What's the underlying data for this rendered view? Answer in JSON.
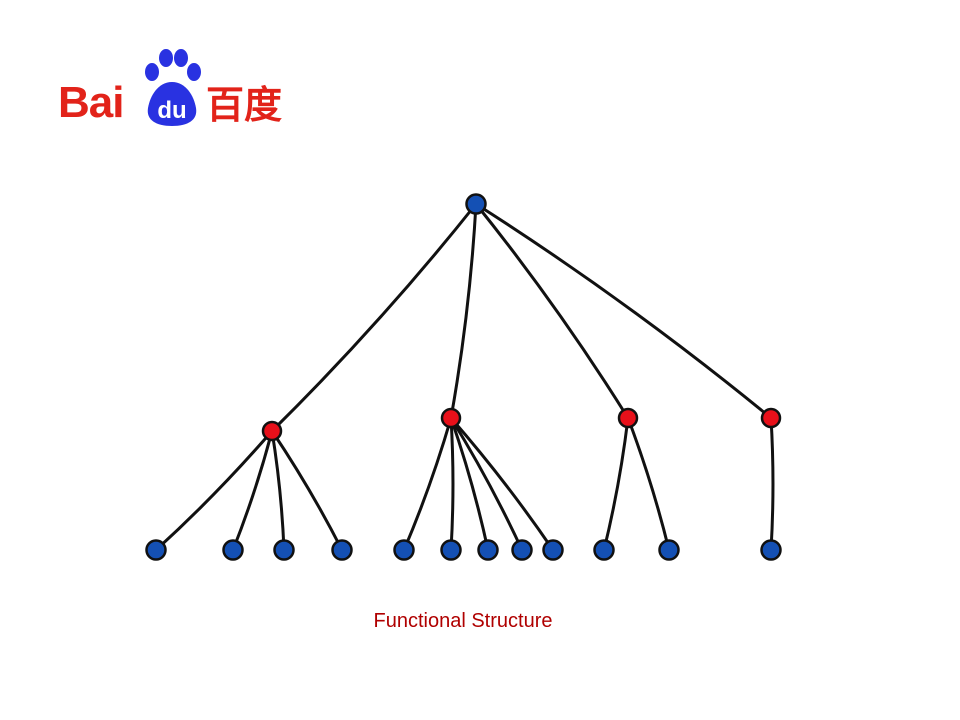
{
  "logo": {
    "latin_left": "Bai",
    "latin_paw": "du",
    "chinese": "百度",
    "color_red": "#e2231a",
    "color_blue": "#2932e1"
  },
  "caption": "Functional Structure",
  "caption_color": "#b00000",
  "colors": {
    "root_node": "#1450b4",
    "middle_node": "#e8101a",
    "leaf_node": "#1450b4",
    "edge": "#111111",
    "node_outline": "#111111"
  },
  "tree": {
    "root": "root",
    "nodes": [
      {
        "id": "root",
        "level": "root"
      },
      {
        "id": "m1",
        "level": "middle",
        "parent": "root"
      },
      {
        "id": "m2",
        "level": "middle",
        "parent": "root"
      },
      {
        "id": "m3",
        "level": "middle",
        "parent": "root"
      },
      {
        "id": "m4",
        "level": "middle",
        "parent": "root"
      },
      {
        "id": "l1",
        "level": "leaf",
        "parent": "m1"
      },
      {
        "id": "l2",
        "level": "leaf",
        "parent": "m1"
      },
      {
        "id": "l3",
        "level": "leaf",
        "parent": "m1"
      },
      {
        "id": "l4",
        "level": "leaf",
        "parent": "m1"
      },
      {
        "id": "l5",
        "level": "leaf",
        "parent": "m2"
      },
      {
        "id": "l6",
        "level": "leaf",
        "parent": "m2"
      },
      {
        "id": "l7",
        "level": "leaf",
        "parent": "m2"
      },
      {
        "id": "l8",
        "level": "leaf",
        "parent": "m2"
      },
      {
        "id": "l9",
        "level": "leaf",
        "parent": "m2"
      },
      {
        "id": "l10",
        "level": "leaf",
        "parent": "m3"
      },
      {
        "id": "l11",
        "level": "leaf",
        "parent": "m3"
      },
      {
        "id": "l12",
        "level": "leaf",
        "parent": "m4"
      }
    ]
  }
}
